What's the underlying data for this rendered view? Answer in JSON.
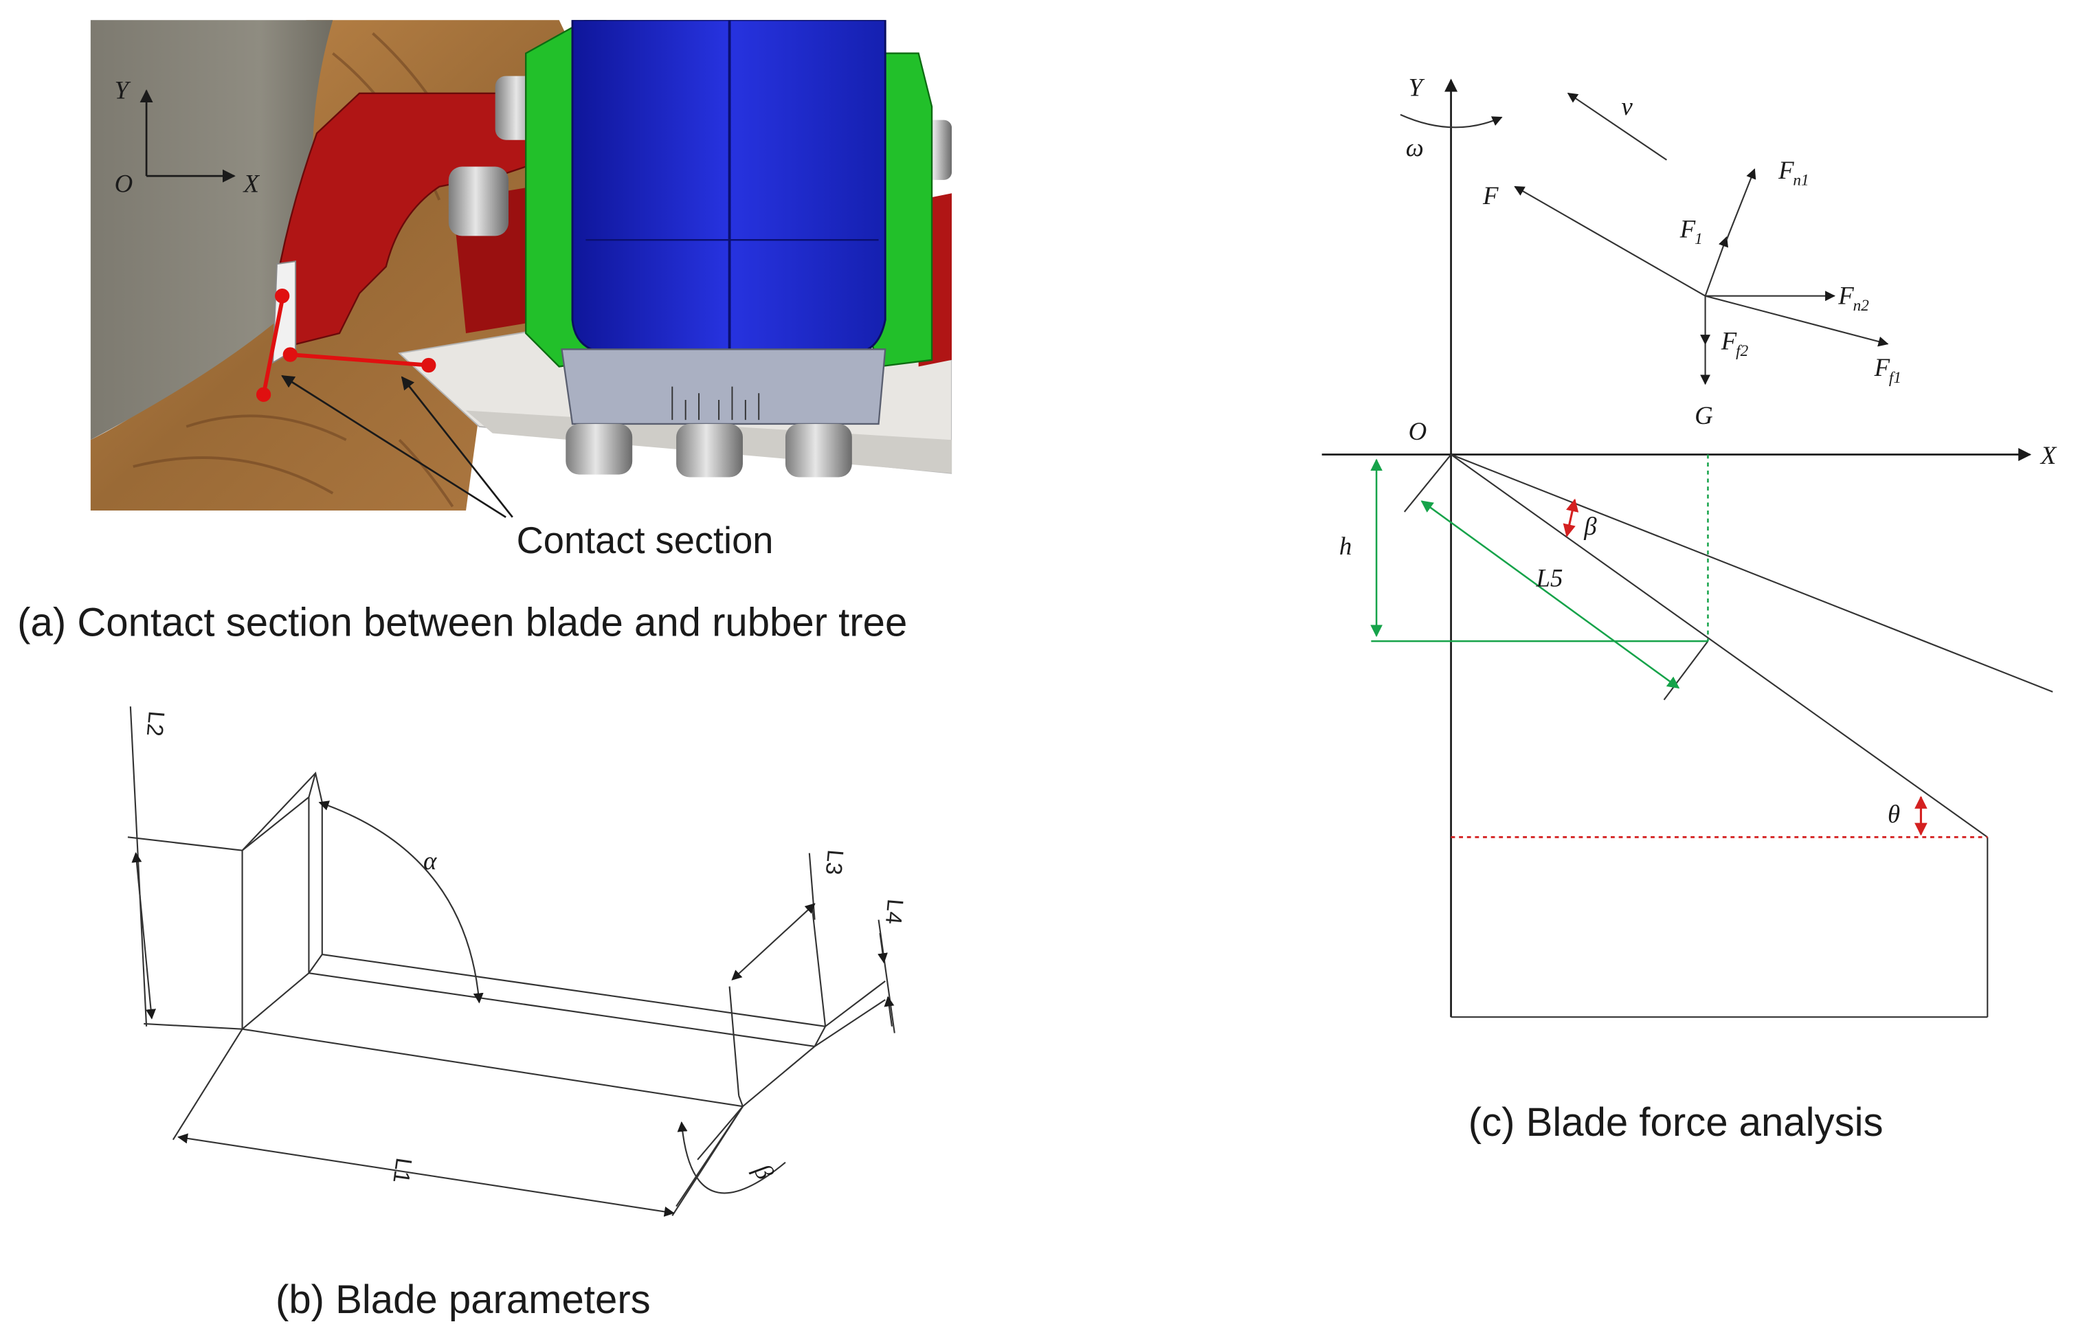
{
  "panel_a": {
    "caption": "(a) Contact section between blade and rubber tree",
    "callout": "Contact section",
    "axis_y": "Y",
    "axis_x": "X",
    "axis_o": "O"
  },
  "panel_b": {
    "caption": "(b) Blade parameters",
    "labels": {
      "l1": "L1",
      "l2": "L2",
      "l3": "L3",
      "l4": "L4",
      "alpha": "α",
      "beta": "β"
    }
  },
  "panel_c": {
    "caption": "(c) Blade force analysis",
    "labels": {
      "y": "Y",
      "x": "X",
      "o": "O",
      "omega": "ω",
      "v": "v",
      "f": "F",
      "f1": "F",
      "f1_sub": "1",
      "fn1": "F",
      "fn1_sub": "n1",
      "fn2": "F",
      "fn2_sub": "n2",
      "ff1": "F",
      "ff1_sub": "f1",
      "ff2": "F",
      "ff2_sub": "f2",
      "g": "G",
      "h": "h",
      "l5": "L5",
      "beta": "β",
      "theta": "θ"
    }
  },
  "colors": {
    "trunk_gray": "#8a877c",
    "wood": "#a8743f",
    "blade_red": "#b01515",
    "body_blue": "#1a22c8",
    "clip_green": "#22c02a",
    "base_gray": "#aab0c2",
    "green_dim": "#16a34a",
    "red_mark": "#d42020"
  }
}
